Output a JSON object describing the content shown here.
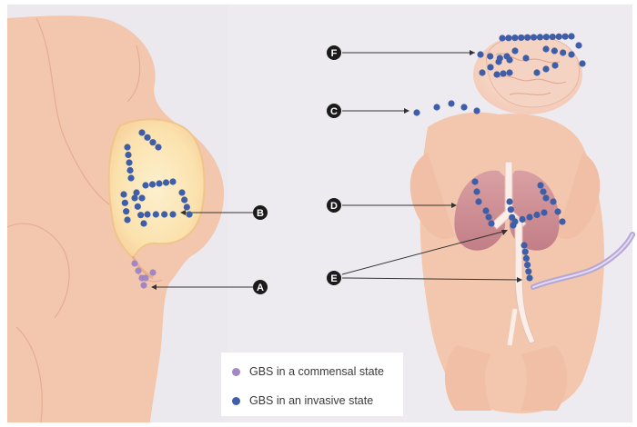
{
  "colors": {
    "background": "#ece9ee",
    "skin": "#f3c7ae",
    "skin_dark": "#e8ae90",
    "uterus": "#fbe4b0",
    "lungs": "#c98790",
    "commensal": "#a287c4",
    "invasive": "#3f5ea8",
    "catheter": "#b6a6d6"
  },
  "markers": {
    "A": "A",
    "B": "B",
    "C": "C",
    "D": "D",
    "E": "E",
    "F": "F"
  },
  "legend": {
    "commensal_label": "GBS in a commensal state",
    "invasive_label": "GBS in an invasive state"
  }
}
